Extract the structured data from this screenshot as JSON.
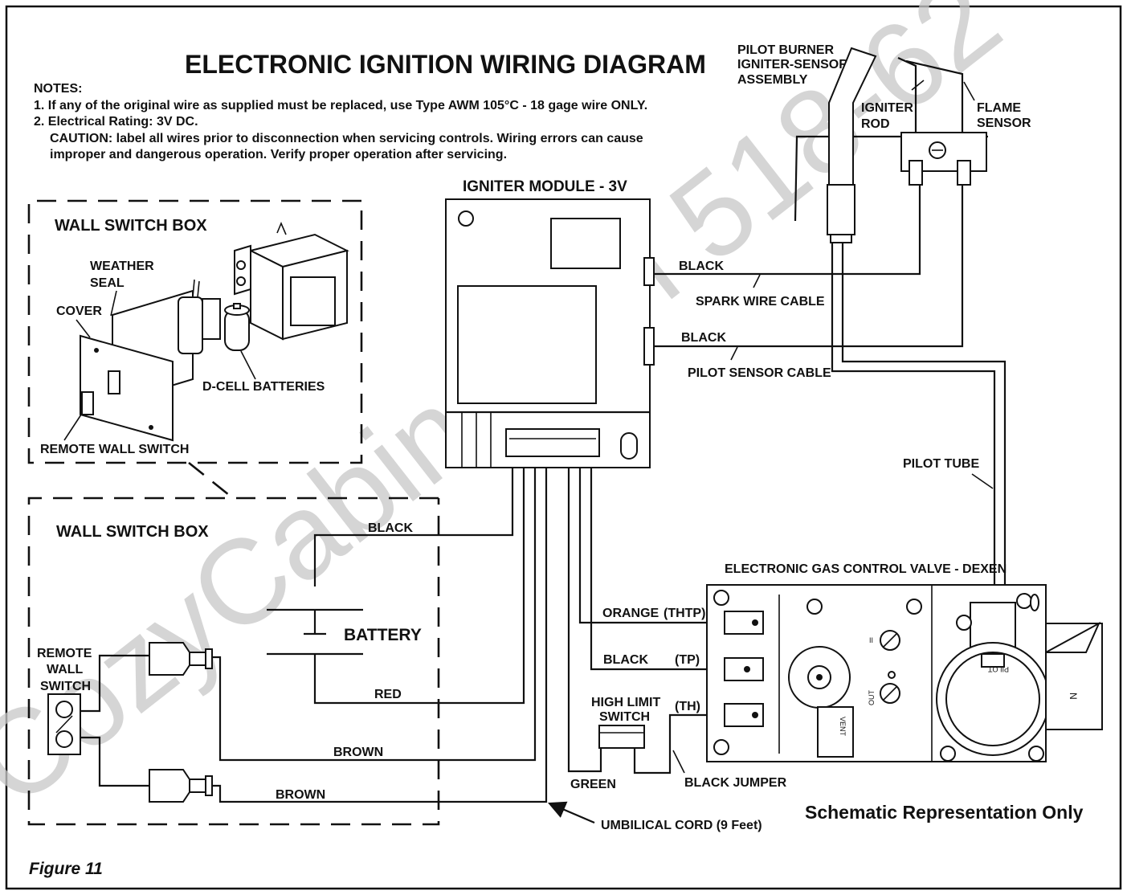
{
  "title": "ELECTRONIC IGNITION WIRING DIAGRAM",
  "notes": {
    "heading": "NOTES:",
    "line1": "1. If any of the original wire as supplied must be replaced, use Type AWM 105°C - 18 gage wire ONLY.",
    "line2": "2. Electrical Rating: 3V DC.",
    "line3": "CAUTION: label all wires prior to disconnection when servicing controls. Wiring errors can cause",
    "line4": "improper and dangerous operation. Verify proper operation after servicing."
  },
  "watermark": "CozyCabin.com 518-62",
  "pilot_assembly": {
    "label1": "PILOT BURNER",
    "label2": "IGNITER-SENSOR",
    "label3": "ASSEMBLY",
    "igniter1": "IGNITER",
    "igniter2": "ROD",
    "flame1": "FLAME",
    "flame2": "SENSOR"
  },
  "module": {
    "title": "IGNITER MODULE - 3V"
  },
  "cables": {
    "spark_color": "BLACK",
    "spark_name": "SPARK WIRE CABLE",
    "sensor_color": "BLACK",
    "sensor_name": "PILOT SENSOR CABLE",
    "pilot_tube": "PILOT TUBE"
  },
  "wall_box_top": {
    "title": "WALL SWITCH BOX",
    "weather1": "WEATHER",
    "weather2": "SEAL",
    "cover": "COVER",
    "batteries": "D-CELL BATTERIES",
    "remote": "REMOTE WALL SWITCH"
  },
  "wall_box_bottom": {
    "title": "WALL SWITCH BOX",
    "battery": "BATTERY",
    "remote1": "REMOTE",
    "remote2": "WALL",
    "remote3": "SWITCH"
  },
  "wires": {
    "black_top": "BLACK",
    "red": "RED",
    "brown1": "BROWN",
    "brown2": "BROWN",
    "orange": "ORANGE",
    "thtp": "(THTP)",
    "black_tp": "BLACK",
    "tp": "(TP)",
    "th": "(TH)",
    "green": "GREEN",
    "black_jumper": "BLACK JUMPER",
    "umbilical": "UMBILICAL CORD (9 Feet)"
  },
  "high_limit": {
    "line1": "HIGH LIMIT",
    "line2": "SWITCH"
  },
  "valve": {
    "title": "ELECTRONIC GAS CONTROL VALVE - DEXEN",
    "in_mark": "II",
    "out_mark": "OUT",
    "vent_mark": "VENT",
    "pilot_mark": "PILOT",
    "n_mark": "N"
  },
  "schematic_note": "Schematic Representation Only",
  "figure_label": "Figure 11"
}
